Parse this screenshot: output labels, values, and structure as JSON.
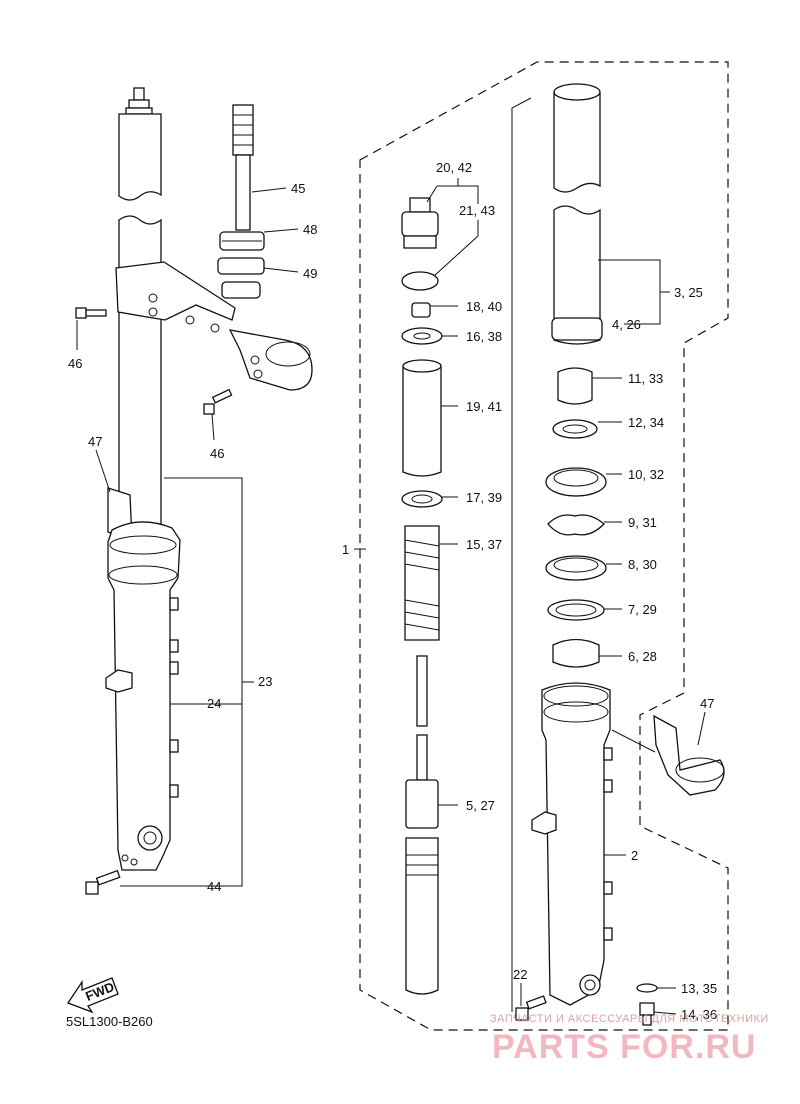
{
  "diagram": {
    "code": "5SL1300-B260",
    "fwd_label": "FWD",
    "labels": {
      "l45": "45",
      "l48": "48",
      "l49": "49",
      "l46a": "46",
      "l46b": "46",
      "l47a": "47",
      "l24": "24",
      "l23": "23",
      "l44": "44",
      "l2042": "20, 42",
      "l2143": "21, 43",
      "l1840": "18, 40",
      "l1638": "16, 38",
      "l1941": "19, 41",
      "l1739": "17, 39",
      "l1537": "15, 37",
      "l1": "1",
      "l527": "5, 27",
      "l22": "22",
      "l325": "3, 25",
      "l426": "4, 26",
      "l1133": "11, 33",
      "l1234": "12, 34",
      "l1032": "10, 32",
      "l931": "9, 31",
      "l830": "8, 30",
      "l729": "7, 29",
      "l628": "6, 28",
      "l47b": "47",
      "l2": "2",
      "l1335": "13, 35",
      "l1436": "14, 36"
    },
    "watermark": {
      "tagline": "ЗАПЧАСТИ И АКСЕССУАРЫ ДЛЯ МОТОТЕХНИКИ",
      "brand": "PARTS FOR.RU"
    }
  }
}
